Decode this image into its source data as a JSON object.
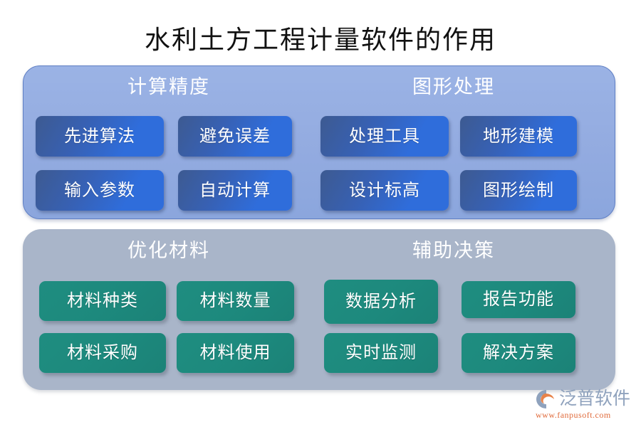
{
  "title": "水利土方工程计量软件的作用",
  "panels": [
    {
      "id": "panel-blue",
      "style": "blue",
      "groups": [
        {
          "header": "计算精度",
          "items": [
            "先进算法",
            "避免误差",
            "输入参数",
            "自动计算"
          ]
        },
        {
          "header": "图形处理",
          "items": [
            "处理工具",
            "地形建模",
            "设计标高",
            "图形绘制"
          ]
        }
      ]
    },
    {
      "id": "panel-gray",
      "style": "gray",
      "groups": [
        {
          "header": "优化材料",
          "items": [
            "材料种类",
            "材料数量",
            "材料采购",
            "材料使用"
          ]
        },
        {
          "header": "辅助决策",
          "items": [
            "数据分析",
            "报告功能",
            "实时监测",
            "解决方案"
          ]
        }
      ]
    }
  ],
  "logo": {
    "mark": "fanpu-logo-icon",
    "name": "泛普软件",
    "url": "www.fanpusoft.com"
  },
  "colors": {
    "title_text": "#111111",
    "panel_blue_bg": "#93abe0",
    "panel_blue_border": "#5f7fc4",
    "panel_gray_bg": "#a9b5c9",
    "item_blue_from": "#3d5a91",
    "item_blue_to": "#2f6ddb",
    "item_green": "#1d897d",
    "group_header_text": "#ffffff",
    "item_text": "#ffffff",
    "logo_word": "#8fa2bd",
    "logo_url": "#e06a3a",
    "logo_mark_blue": "#8fa2bd",
    "logo_mark_orange": "#e8834a",
    "page_bg": "#ffffff"
  }
}
